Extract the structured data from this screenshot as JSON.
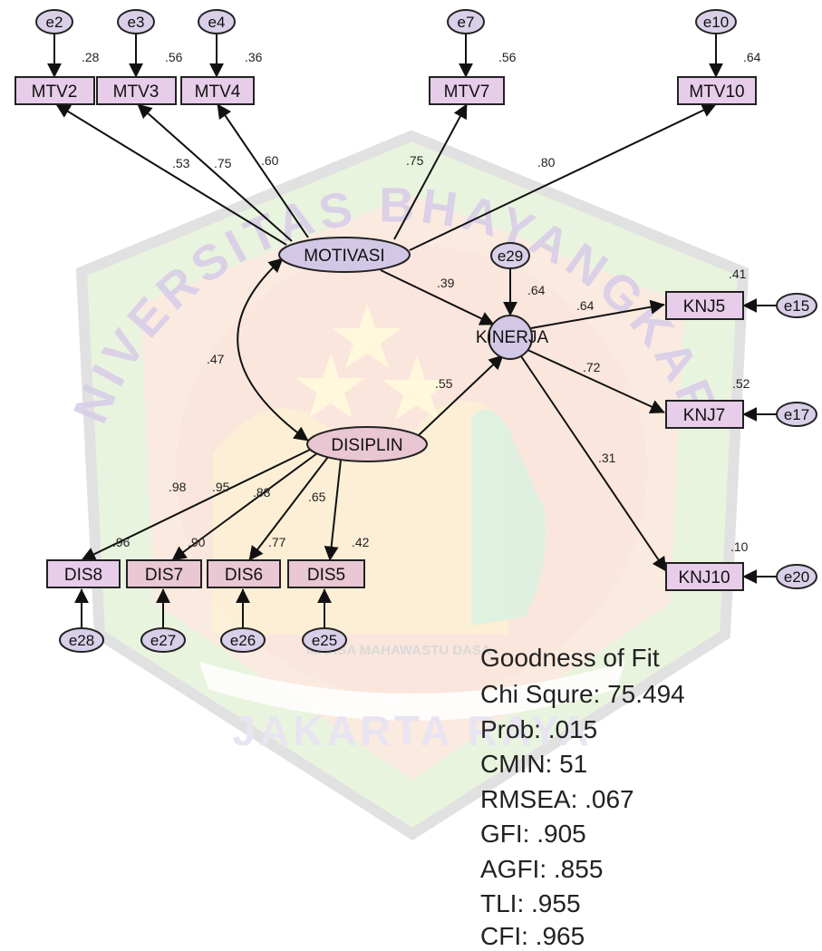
{
  "watermark": {
    "arc_text": "UNIVERSITAS BHAYANGKARA",
    "bottom_text": "JAKARTA RAYA",
    "motto": "MAKSA MAHAWASTU DASA"
  },
  "colors": {
    "observed_fill": "#e7cdea",
    "dis_fill": "#e9c7d3",
    "latent_fill": "#d2c8e6",
    "error_fill": "#d9cfe8",
    "line": "#111111"
  },
  "latents": [
    {
      "id": "motivasi",
      "label": "MOTIVASI"
    },
    {
      "id": "disiplin",
      "label": "DISIPLIN"
    },
    {
      "id": "kinerja",
      "label": "KINERJA"
    }
  ],
  "observed": [
    {
      "id": "mtv2",
      "label": "MTV2",
      "r2": ".28",
      "loading": ".53",
      "error": "e2"
    },
    {
      "id": "mtv3",
      "label": "MTV3",
      "r2": ".56",
      "loading": ".75",
      "error": "e3"
    },
    {
      "id": "mtv4",
      "label": "MTV4",
      "r2": ".36",
      "loading": ".60",
      "error": "e4"
    },
    {
      "id": "mtv7",
      "label": "MTV7",
      "r2": ".56",
      "loading": ".75",
      "error": "e7"
    },
    {
      "id": "mtv10",
      "label": "MTV10",
      "r2": ".64",
      "loading": ".80",
      "error": "e10"
    },
    {
      "id": "knj5",
      "label": "KNJ5",
      "r2": ".41",
      "loading": ".64",
      "error": "e15"
    },
    {
      "id": "knj7",
      "label": "KNJ7",
      "r2": ".52",
      "loading": ".72",
      "error": "e17"
    },
    {
      "id": "knj10",
      "label": "KNJ10",
      "r2": ".10",
      "loading": ".31",
      "error": "e20"
    },
    {
      "id": "dis8",
      "label": "DIS8",
      "r2": ".96",
      "loading": ".98",
      "error": "e28"
    },
    {
      "id": "dis7",
      "label": "DIS7",
      "r2": ".90",
      "loading": ".95",
      "error": "e27"
    },
    {
      "id": "dis6",
      "label": "DIS6",
      "r2": ".77",
      "loading": ".88",
      "error": "e26"
    },
    {
      "id": "dis5",
      "label": "DIS5",
      "r2": ".42",
      "loading": ".65",
      "error": "e25"
    }
  ],
  "kinerja_error": {
    "label": "e29",
    "r2": ".64"
  },
  "paths": {
    "motivasi_to_kinerja": ".39",
    "disiplin_to_kinerja": ".55",
    "covariance_motivasi_disiplin": ".47"
  },
  "goodness_of_fit": {
    "title": "Goodness of Fit",
    "lines": [
      "Chi Squre: 75.494",
      "Prob: .015",
      "CMIN: 51",
      "RMSEA: .067",
      "GFI: .905",
      "AGFI: .855",
      "TLI: .955",
      "CFI: .965"
    ]
  }
}
